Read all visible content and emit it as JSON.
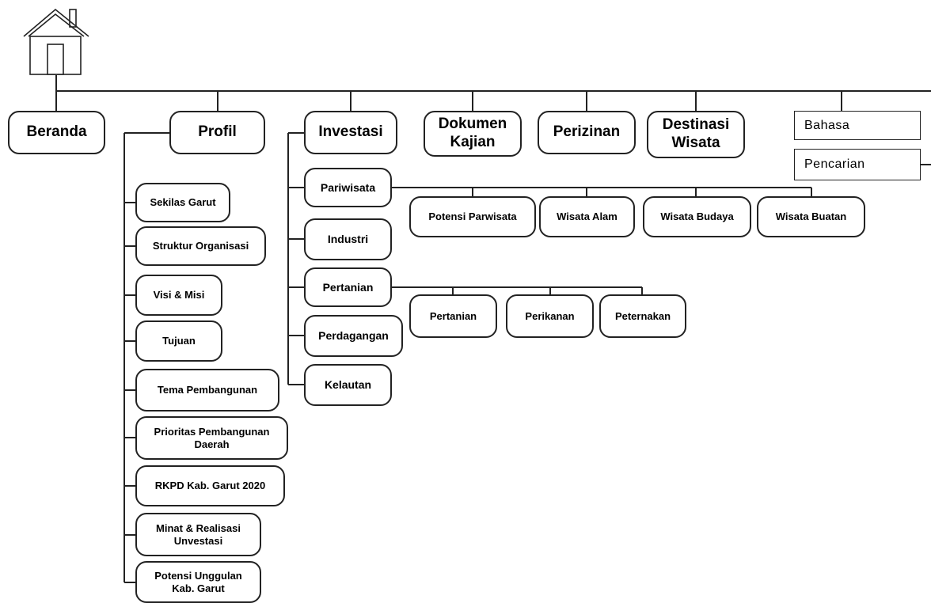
{
  "diagram": {
    "home_icon": "house-icon",
    "top_menu": {
      "beranda": "Beranda",
      "profil": "Profil",
      "investasi": "Investasi",
      "dokumen_kajian": "Dokumen\nKajian",
      "perizinan": "Perizinan",
      "destinasi_wisata": "Destinasi\nWisata",
      "bahasa": "Bahasa",
      "pencarian": "Pencarian"
    },
    "profil_items": [
      "Sekilas Garut",
      "Struktur Organisasi",
      "Visi & Misi",
      "Tujuan",
      "Tema Pembangunan",
      "Prioritas Pembangunan\nDaerah",
      "RKPD Kab. Garut 2020",
      "Minat & Realisasi\nUnvestasi",
      "Potensi Unggulan\nKab. Garut"
    ],
    "investasi_items": [
      "Pariwisata",
      "Industri",
      "Pertanian",
      "Perdagangan",
      "Kelautan"
    ],
    "pariwisata_items": [
      "Potensi Parwisata",
      "Wisata Alam",
      "Wisata Budaya",
      "Wisata Buatan"
    ],
    "pertanian_items": [
      "Pertanian",
      "Perikanan",
      "Peternakan"
    ]
  }
}
